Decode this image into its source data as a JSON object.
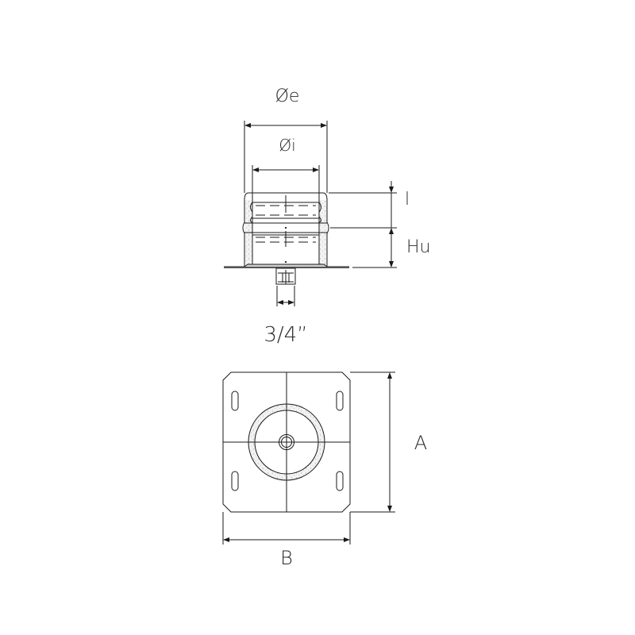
{
  "diagram": {
    "type": "technical-drawing",
    "subject": "chimney base plate with condensate drain",
    "views": [
      "side-section",
      "top-plan"
    ],
    "colors": {
      "line": "#1a1a1a",
      "insulation_fill": "#e8e8e8",
      "background": "#ffffff"
    }
  },
  "side_view": {
    "labels": {
      "outer_diameter": "Øe",
      "inner_diameter": "Øi",
      "joint_length": "l",
      "useful_height": "Hu",
      "drain_size": "3/4”"
    }
  },
  "plan_view": {
    "labels": {
      "height_dim": "A",
      "width_dim": "B"
    }
  }
}
